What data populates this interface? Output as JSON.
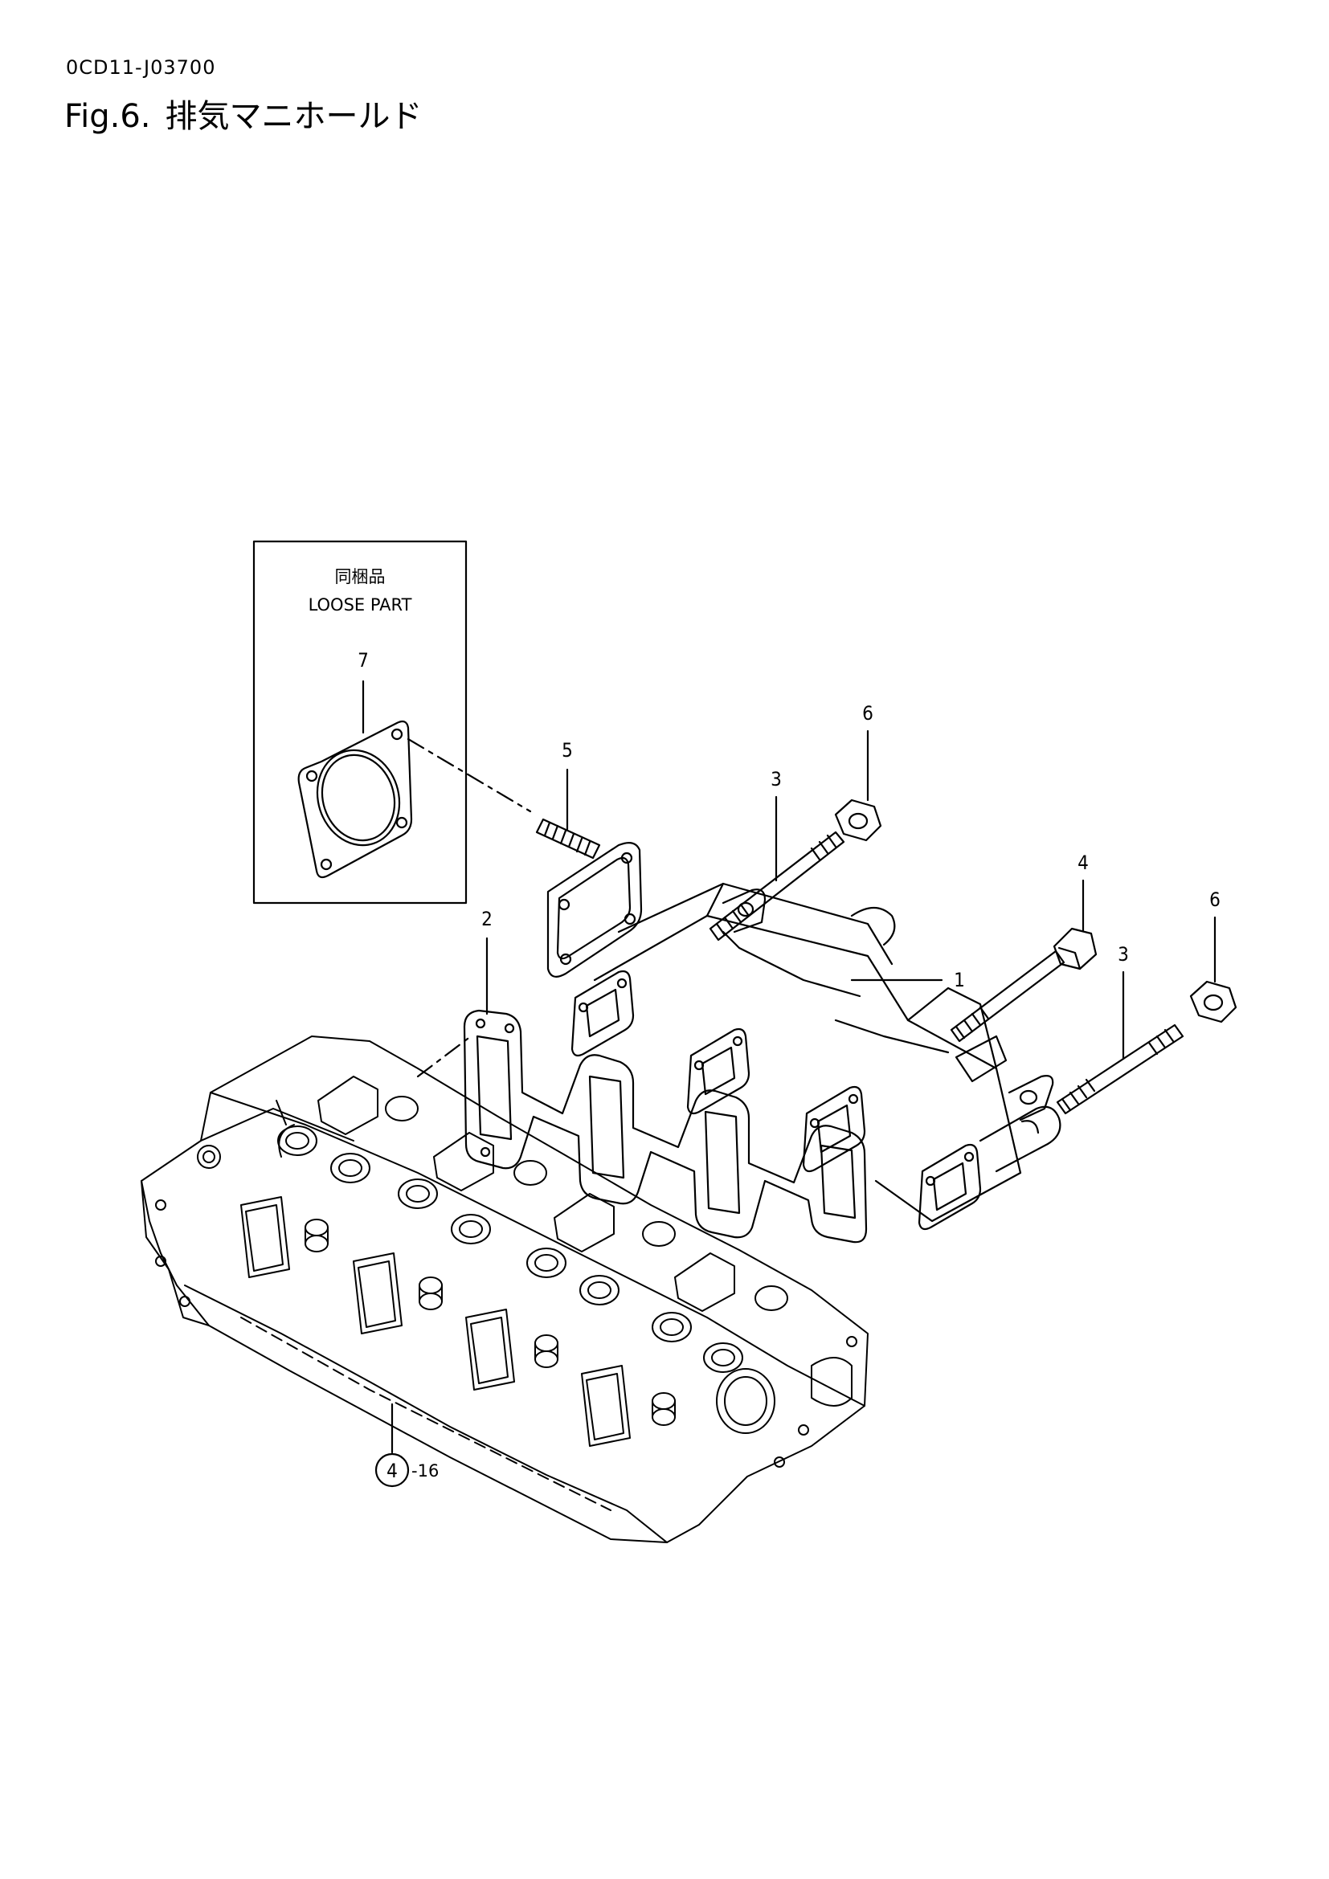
{
  "header": {
    "doc_code": "0CD11-J03700",
    "fig_number": "Fig.6.",
    "fig_title": "排気マニホールド"
  },
  "loose_box": {
    "title_jp": "同梱品",
    "title_en": "LOOSE PART"
  },
  "callouts": {
    "c1": "1",
    "c2": "2",
    "c3a": "3",
    "c3b": "3",
    "c4": "4",
    "c5": "5",
    "c6a": "6",
    "c6b": "6",
    "c7": "7",
    "ref_circle": "4",
    "ref_suffix": "-16"
  }
}
